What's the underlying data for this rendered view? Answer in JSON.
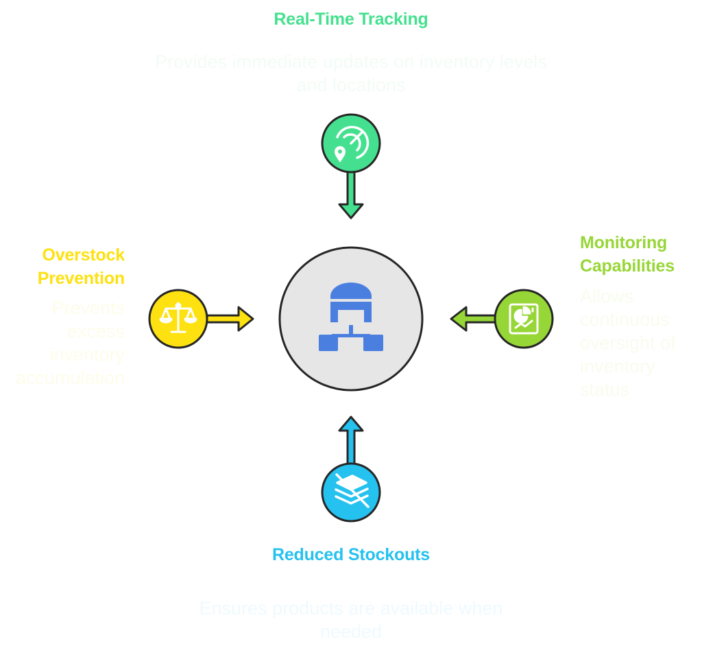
{
  "colors": {
    "green": "#45e08f",
    "lime": "#97d637",
    "yellow": "#fde110",
    "blue": "#25c1ef",
    "center_fill": "#e6e6e6",
    "center_icon": "#4a7fe0",
    "stroke": "#262626"
  },
  "center": {
    "icon": "hierarchy-network-icon"
  },
  "nodes": {
    "top": {
      "title": "Real-Time Tracking",
      "description": "Provides immediate updates on inventory levels and locations",
      "icon": "radar-location-icon",
      "color": "#45e08f"
    },
    "left": {
      "title": "Overstock Prevention",
      "description": "Prevents excess inventory accumulation",
      "icon": "balance-scale-icon",
      "color": "#fde110"
    },
    "right": {
      "title": "Monitoring Capabilities",
      "description": "Allows continuous oversight of inventory status",
      "icon": "dashboard-chart-icon",
      "color": "#97d637"
    },
    "bottom": {
      "title": "Reduced Stockouts",
      "description": "Ensures products are available when needed",
      "icon": "no-stock-icon",
      "color": "#25c1ef"
    }
  }
}
